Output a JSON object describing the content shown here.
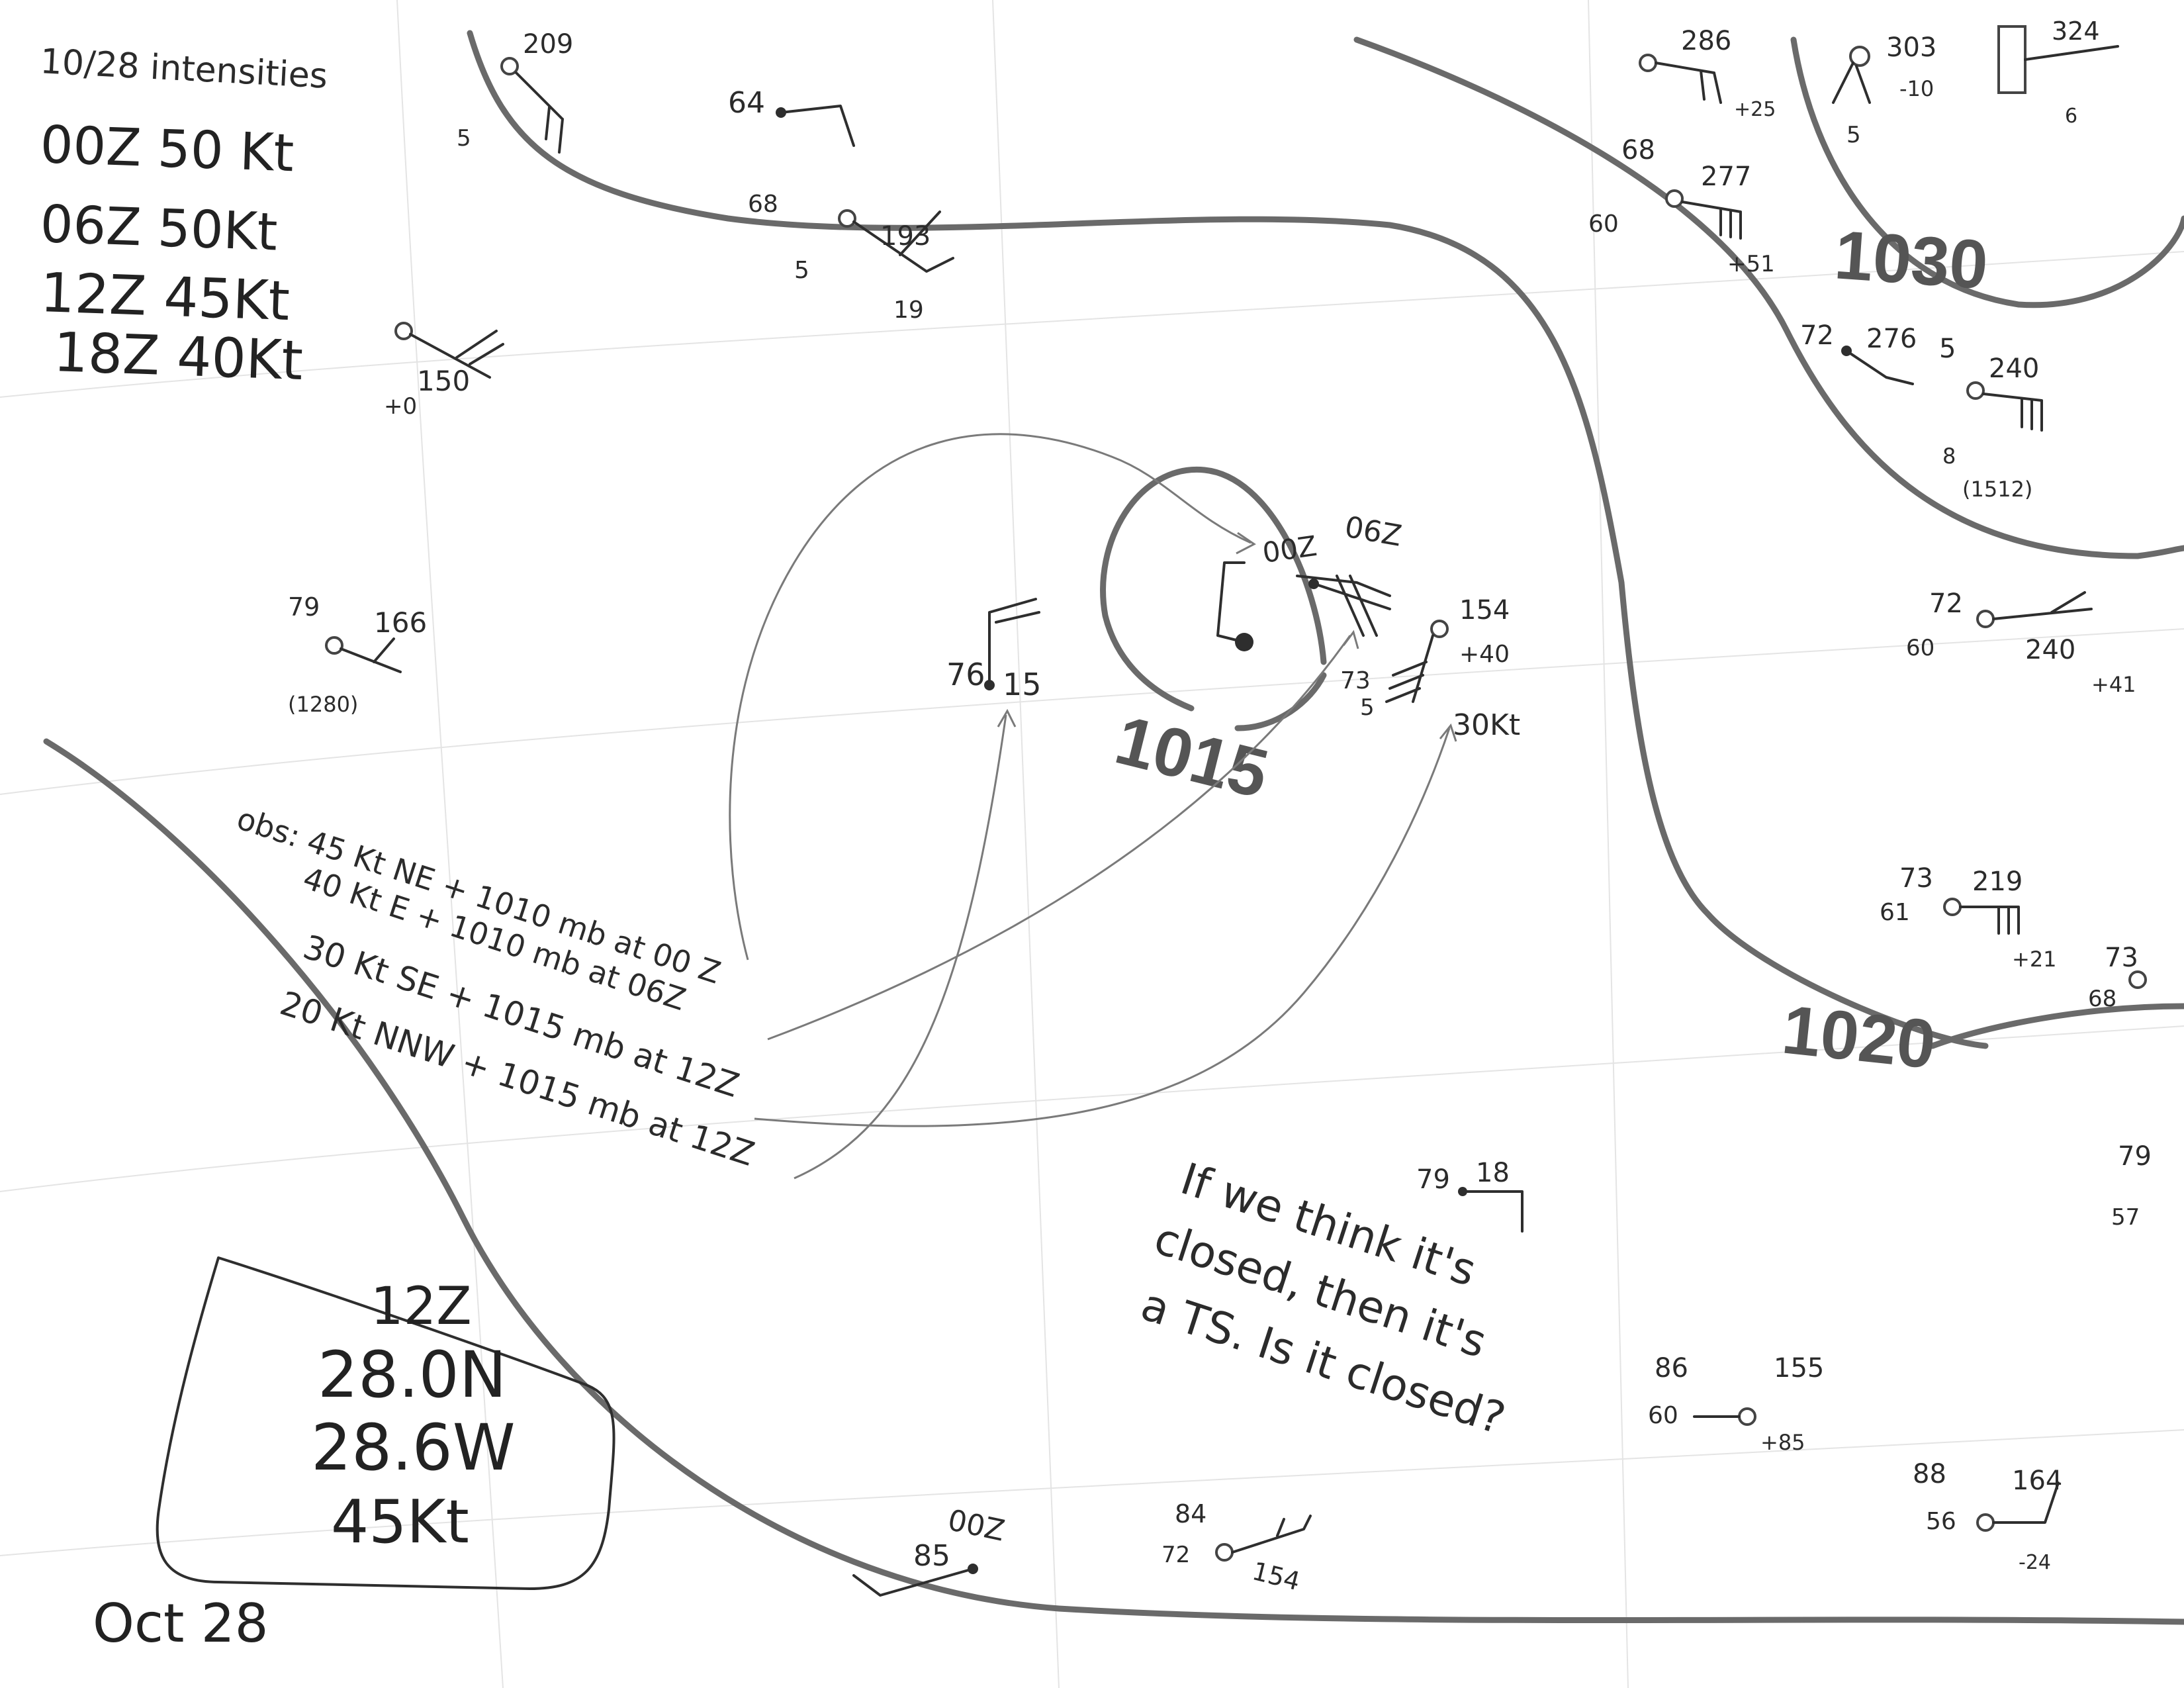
{
  "intensities": {
    "title": "10/28 intensities",
    "rows": [
      "00Z 50 Kt",
      "06Z 50Kt",
      "12Z 45Kt",
      "18Z 40Kt"
    ]
  },
  "isobars": [
    "1015",
    "1020",
    "1030"
  ],
  "observations": {
    "lines": [
      "obs: 45 Kt NE + 1010 mb at 00 Z",
      "40 Kt E + 1010 mb at 06Z",
      "30 Kt SE + 1015 mb at 12Z",
      "20 Kt NNW + 1015 mb at 12Z"
    ]
  },
  "position_box": {
    "time": "12Z",
    "lat": "28.0N",
    "lon": "28.6W",
    "intensity": "45Kt"
  },
  "question": {
    "lines": [
      "If we think it's",
      "closed, then it's",
      "a TS. Is it closed?"
    ]
  },
  "date": "Oct 28",
  "center_labels": {
    "z00": "00Z",
    "z06": "06Z",
    "z00_south": "00Z",
    "wind30": "30Kt"
  },
  "stations": [
    {
      "id": "s1",
      "temp": "",
      "pres": "209",
      "dew": "",
      "extra": "5"
    },
    {
      "id": "s2",
      "temp": "64",
      "pres": "",
      "dew": "",
      "extra": ""
    },
    {
      "id": "s3",
      "temp": "68",
      "pres": "193",
      "dew": "5",
      "extra": "19"
    },
    {
      "id": "s4",
      "temp": "",
      "pres": "150",
      "dew": "",
      "extra": "+0"
    },
    {
      "id": "s5",
      "temp": "79",
      "pres": "166",
      "dew": "",
      "extra": "(1280)"
    },
    {
      "id": "s6",
      "temp": "76",
      "pres": "",
      "dew": "15",
      "extra": ""
    },
    {
      "id": "s7",
      "temp": "73",
      "pres": "154",
      "dew": "5",
      "extra": "+40"
    },
    {
      "id": "s8",
      "temp": "",
      "pres": "286",
      "dew": "",
      "extra": "+25"
    },
    {
      "id": "s9",
      "temp": "68",
      "pres": "277",
      "dew": "60",
      "extra": "+51"
    },
    {
      "id": "s10",
      "temp": "",
      "pres": "303",
      "dew": "5",
      "extra": "-10"
    },
    {
      "id": "s11",
      "temp": "",
      "pres": "324",
      "dew": "6",
      "extra": ""
    },
    {
      "id": "s12",
      "temp": "72",
      "pres": "276",
      "dew": "",
      "extra": "5"
    },
    {
      "id": "s13",
      "temp": "",
      "pres": "240",
      "dew": "8",
      "extra": "(1512)"
    },
    {
      "id": "s14",
      "temp": "72",
      "pres": "240",
      "dew": "60",
      "extra": "+41"
    },
    {
      "id": "s15",
      "temp": "73",
      "pres": "219",
      "dew": "61",
      "extra": "+21"
    },
    {
      "id": "s16",
      "temp": "73",
      "pres": "",
      "dew": "68",
      "extra": ""
    },
    {
      "id": "s17",
      "temp": "79",
      "pres": "",
      "dew": "57",
      "extra": ""
    },
    {
      "id": "s18",
      "temp": "79",
      "pres": "",
      "dew": "18",
      "extra": ""
    },
    {
      "id": "s19",
      "temp": "86",
      "pres": "155",
      "dew": "60",
      "extra": "+85"
    },
    {
      "id": "s20",
      "temp": "88",
      "pres": "164",
      "dew": "56",
      "extra": "-24"
    },
    {
      "id": "s21",
      "temp": "84",
      "pres": "154",
      "dew": "72",
      "extra": ""
    },
    {
      "id": "s22",
      "temp": "85",
      "pres": "",
      "dew": "",
      "extra": ""
    }
  ]
}
